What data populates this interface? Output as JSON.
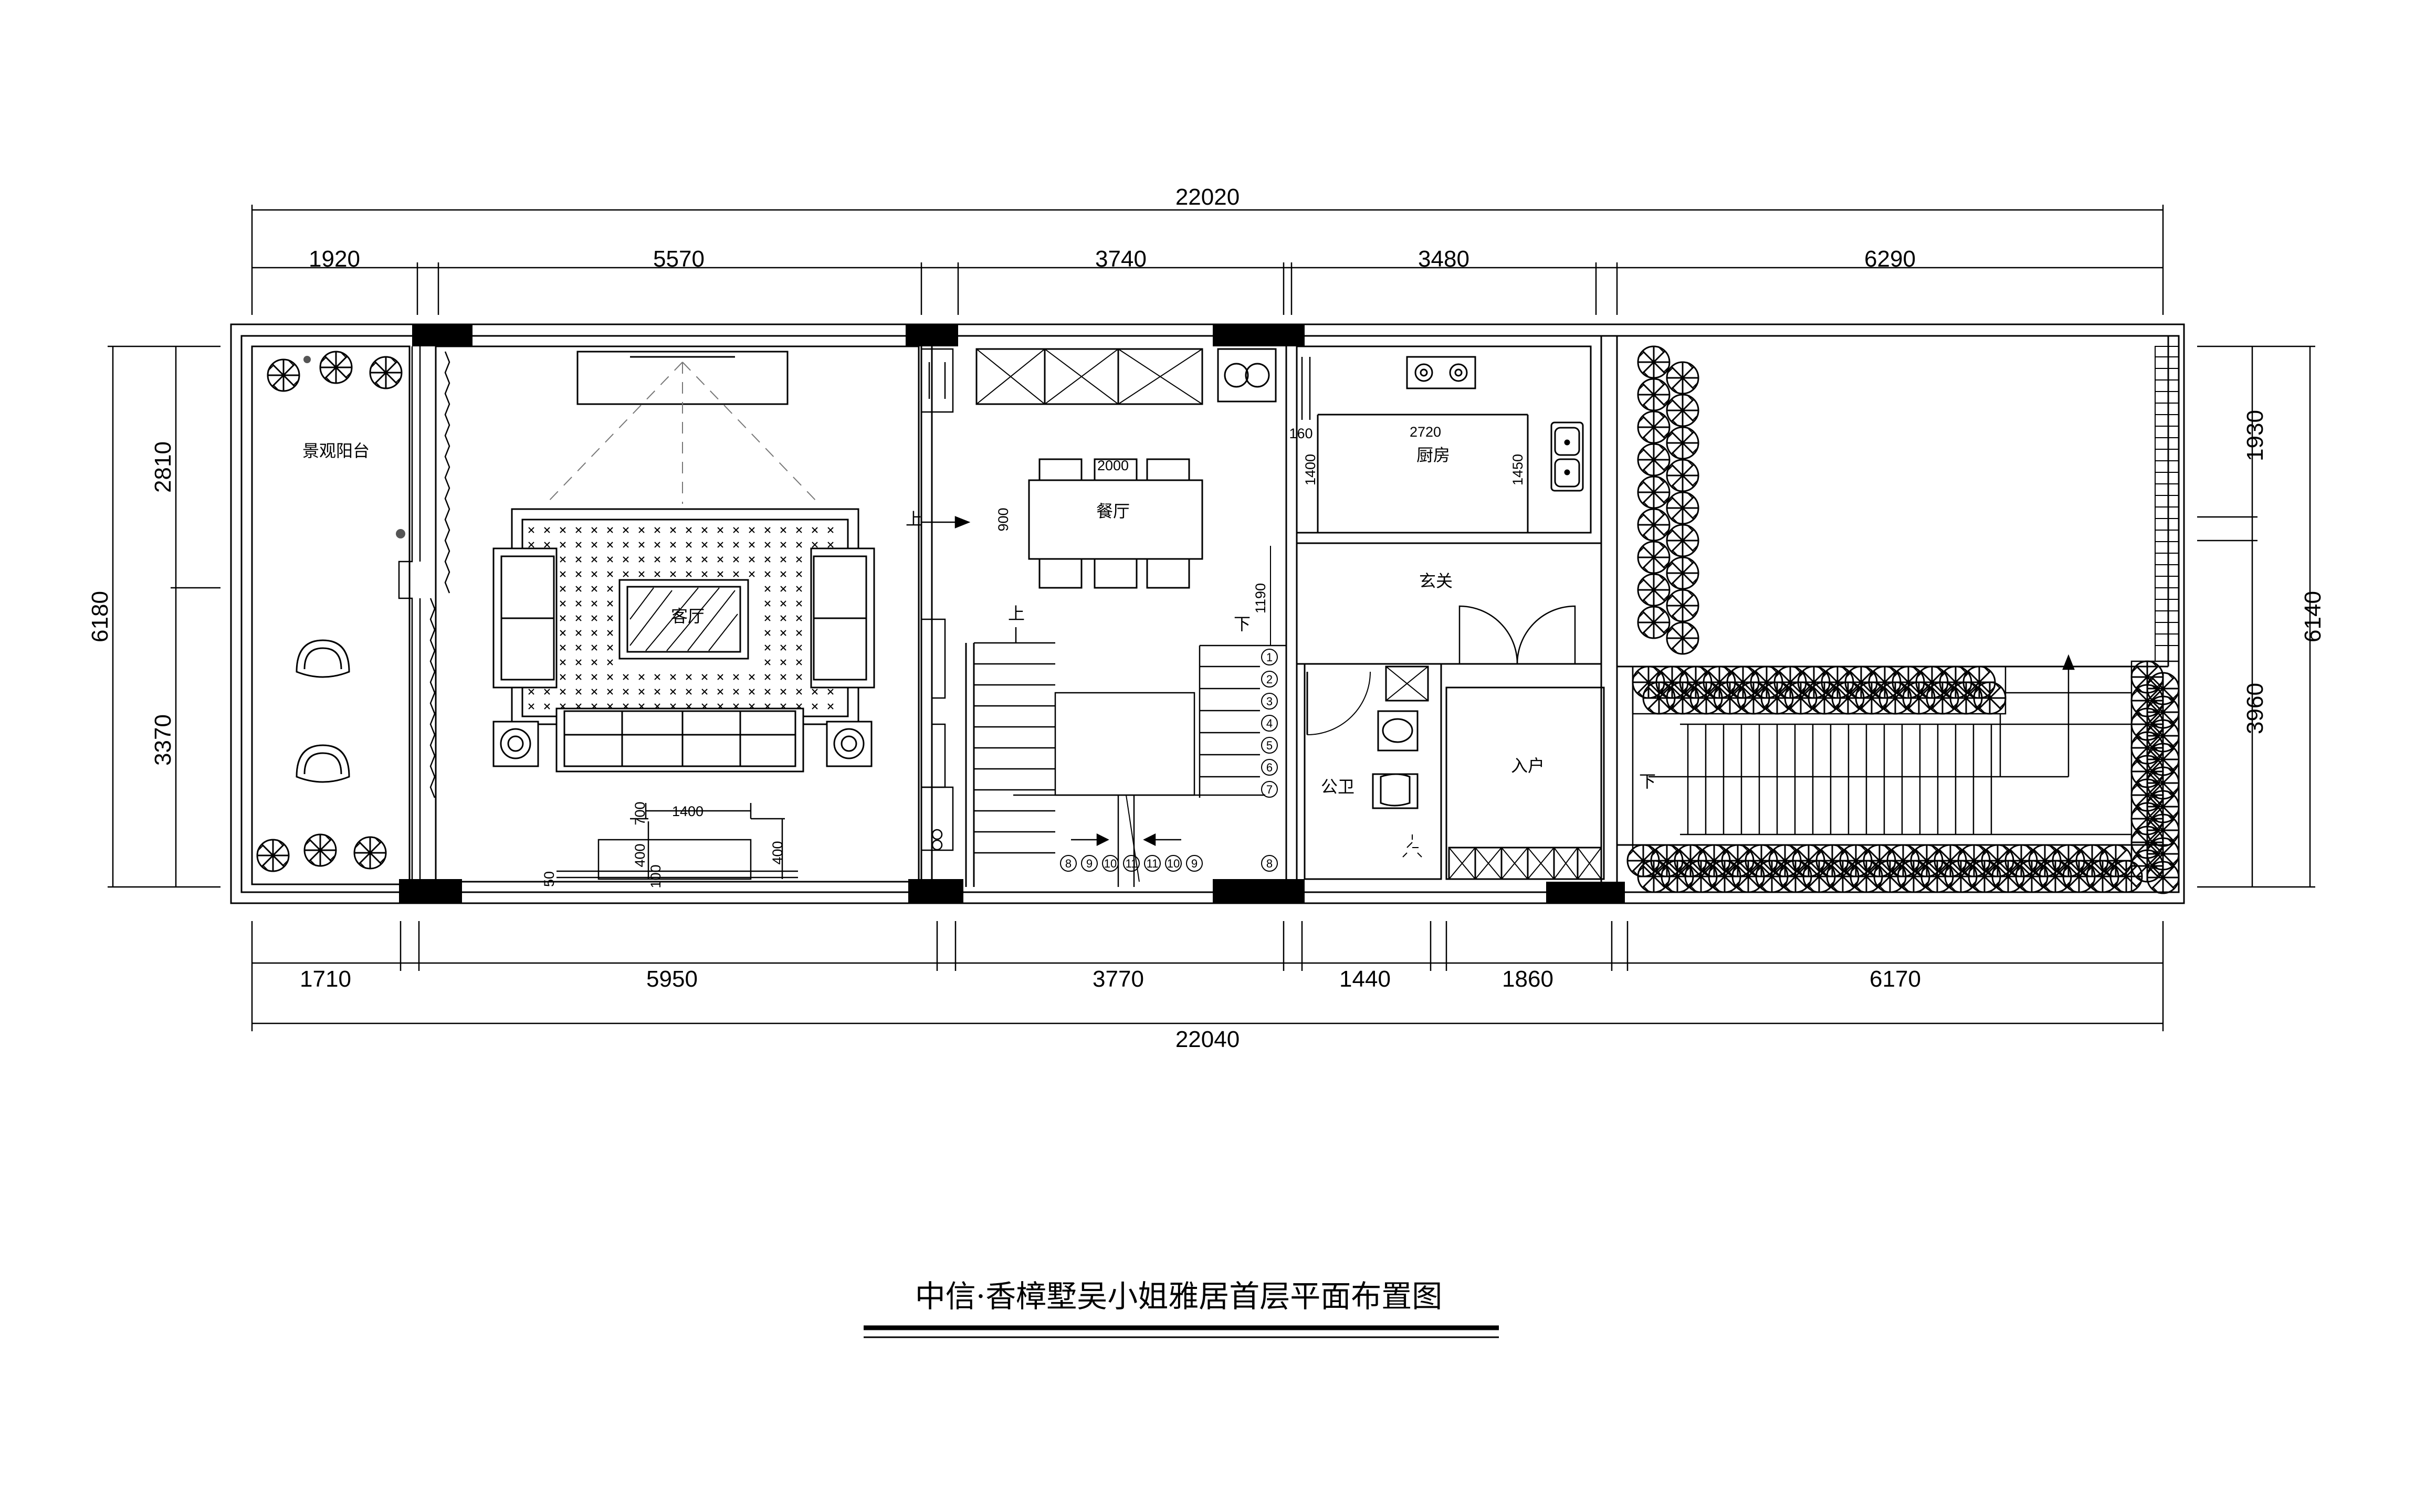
{
  "drawing": {
    "title": "中信·香樟墅吴小姐雅居首层平面布置图"
  },
  "dimensions": {
    "top_total": "22020",
    "top_segments": [
      "1920",
      "5570",
      "3740",
      "3480",
      "6290"
    ],
    "bottom_total": "22040",
    "bottom_segments": [
      "1710",
      "5950",
      "3770",
      "1440",
      "1860",
      "6170"
    ],
    "left_total": "6180",
    "left_segments": [
      "2810",
      "3370"
    ],
    "right_total": "6140",
    "right_segments": [
      "1930",
      "3960"
    ]
  },
  "rooms": {
    "balcony": "景观阳台",
    "living": "客厅",
    "dining": "餐厅",
    "kitchen": "厨房",
    "foyer": "玄关",
    "toilet": "公卫",
    "entry": "入户"
  },
  "small_dimensions": {
    "table_length": "2000",
    "table_width": "900",
    "kitchen_length": "2720",
    "kitchen_height": "1400",
    "kitchen_counter": "1450",
    "kitchen_offset": "160",
    "stair_gap": "1190",
    "tv_length": "1400",
    "tv_depth": "700",
    "tv_400_a": "400",
    "tv_400_b": "400",
    "tv_100": "100",
    "tv_50": "50"
  },
  "stair_labels": {
    "up_living": "上",
    "up_stair": "上",
    "down_dining": "下",
    "down_garden": "下"
  },
  "stair_numbers": {
    "right_run": [
      "1",
      "2",
      "3",
      "4",
      "5",
      "6",
      "7"
    ],
    "bottom_run": [
      "8",
      "9",
      "10",
      "11",
      "11",
      "10",
      "9"
    ],
    "corner": "8"
  }
}
